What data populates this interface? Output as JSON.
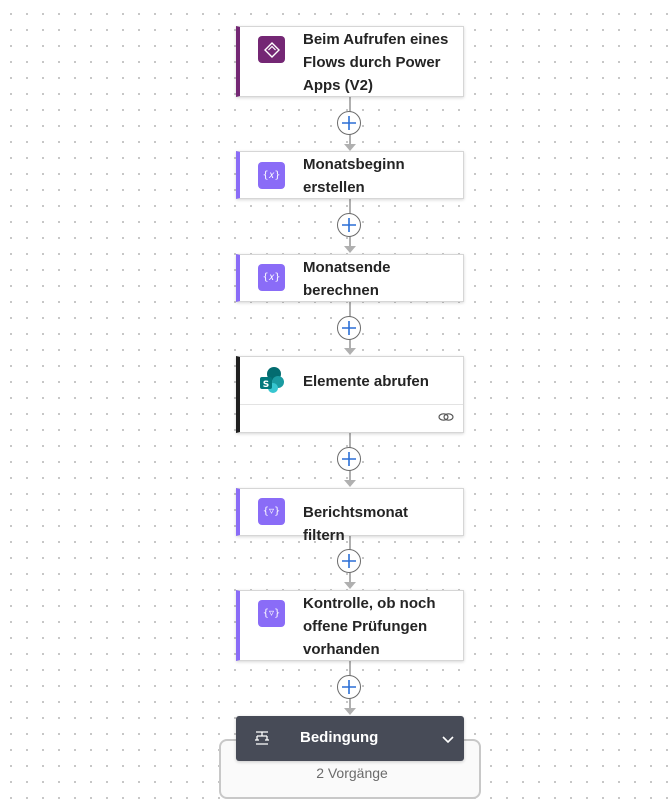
{
  "flow": {
    "steps": [
      {
        "title": "Beim Aufrufen eines Flows durch Power Apps (V2)",
        "icon": "power-apps-icon",
        "accent": "#742774"
      },
      {
        "title": "Monatsbeginn erstellen",
        "icon": "data-operation-icon",
        "accent": "#8a6cf7"
      },
      {
        "title": "Monatsende berechnen",
        "icon": "data-operation-icon",
        "accent": "#8a6cf7"
      },
      {
        "title": "Elemente abrufen",
        "icon": "sharepoint-icon",
        "accent": "#1f1f1f",
        "footer_icon": "link-icon"
      },
      {
        "title": "Berichtsmonat filtern",
        "icon": "filter-array-icon",
        "accent": "#8a6cf7"
      },
      {
        "title": "Kontrolle, ob noch offene Prüfungen vorhanden",
        "icon": "filter-array-icon",
        "accent": "#8a6cf7"
      }
    ],
    "condition": {
      "title": "Bedingung",
      "subtitle": "2 Vorgänge",
      "icon": "condition-icon",
      "header_color": "#474b57"
    },
    "add_step_icon": "plus-icon"
  }
}
